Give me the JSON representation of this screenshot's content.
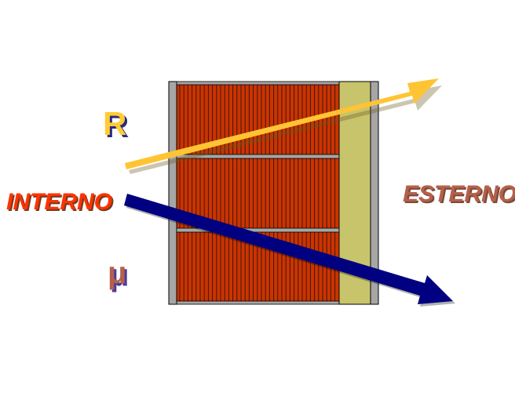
{
  "labels": {
    "interno": "INTERNO",
    "esterno": "ESTERNO",
    "r": "R",
    "mu": "μ"
  },
  "colors": {
    "interno": "#ff3300",
    "esterno": "#b5604a",
    "r": "#ffcc33",
    "mu": "#b5604a",
    "brick": "#cc3300",
    "brick_line": "#3a1a0a",
    "insulation": "#c8c46c",
    "frame": "#a6a6a6",
    "arrow_r": "#ffc433",
    "arrow_mu": "#000080"
  }
}
